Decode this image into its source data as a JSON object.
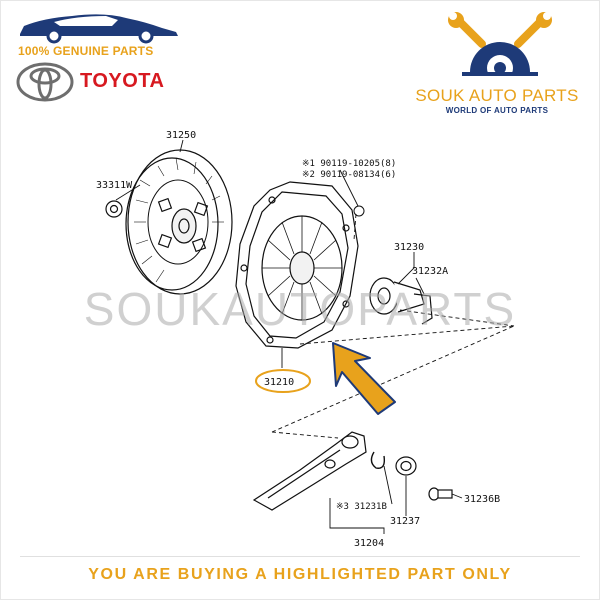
{
  "branding": {
    "genuine_text": "100% GENUINE PARTS",
    "toyota_text": "TOYOTA",
    "shop_name": "SOUK AUTO PARTS",
    "shop_tagline": "WORLD OF AUTO PARTS",
    "watermark": "SOUKAUTOPARTS",
    "accent_color": "#e8a21c",
    "brand_red": "#d71920",
    "navy": "#1e3a78"
  },
  "diagram": {
    "labels": {
      "disc": "31250",
      "nut": "33311W",
      "bolt1": "※1 90119-10205(8)",
      "bolt2": "※2 90119-08134(6)",
      "cover": "31210",
      "bearing": "31230",
      "clip": "31232A",
      "fork_group": "31204",
      "fork_clip": "※3 31231B",
      "boot": "31237",
      "pivot": "31236B"
    },
    "highlighted_part": "31210"
  },
  "footer": {
    "notice": "YOU ARE BUYING A HIGHLIGHTED PART ONLY"
  }
}
